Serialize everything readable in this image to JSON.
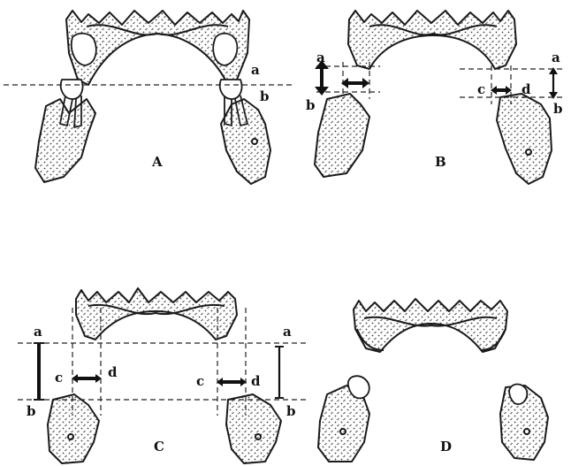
{
  "panels": [
    {
      "id": "A",
      "caption": "A",
      "labels": {
        "upper": "a",
        "lower": "b"
      }
    },
    {
      "id": "B",
      "caption": "B",
      "labels_left": {
        "upper": "a",
        "lower": "b"
      },
      "labels_right": {
        "upper": "a",
        "lower": "b",
        "c": "c",
        "d": "d"
      }
    },
    {
      "id": "C",
      "caption": "C",
      "labels_left": {
        "upper": "a",
        "lower": "b",
        "c": "c",
        "d": "d"
      },
      "labels_right": {
        "upper": "a",
        "lower": "b",
        "c": "c",
        "d": "d"
      }
    },
    {
      "id": "D",
      "caption": "D"
    }
  ]
}
